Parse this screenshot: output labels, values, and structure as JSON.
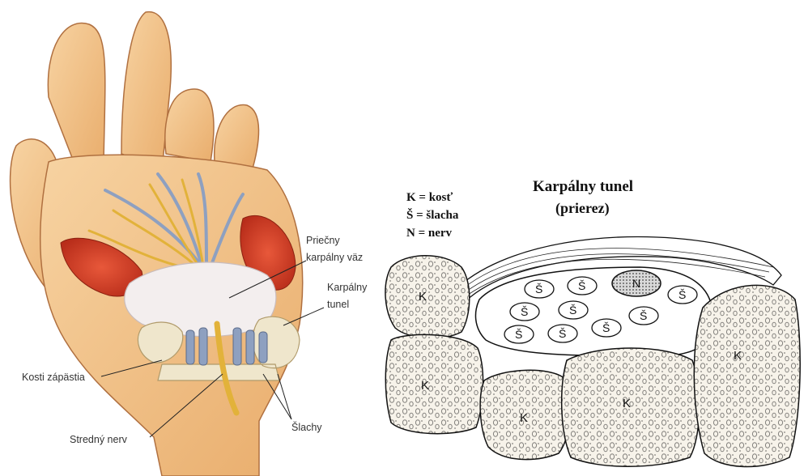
{
  "left_panel": {
    "labels": {
      "transverse_ligament": [
        "Priečny",
        "karpálny väz"
      ],
      "carpal_tunnel": [
        "Karpálny",
        "tunel"
      ],
      "wrist_bones": "Kosti zápästia",
      "median_nerve": "Stredný nerv",
      "tendons": "Šlachy"
    }
  },
  "right_panel": {
    "title": "Karpálny tunel",
    "subtitle": "(prierez)",
    "legend": [
      "K = kosť",
      "Š = šlacha",
      "N = nerv"
    ],
    "bone_letter": "K",
    "tendon_letter": "Š",
    "nerve_letter": "N"
  },
  "colors": {
    "skin": "#f2c48a",
    "skin_shade": "#d99a5a",
    "muscle": "#d8432a",
    "ligament": "#f3eeee",
    "nerve": "#e2b23a",
    "tendon": "#8ea0c0",
    "bone_fill": "#f7f3ea"
  }
}
